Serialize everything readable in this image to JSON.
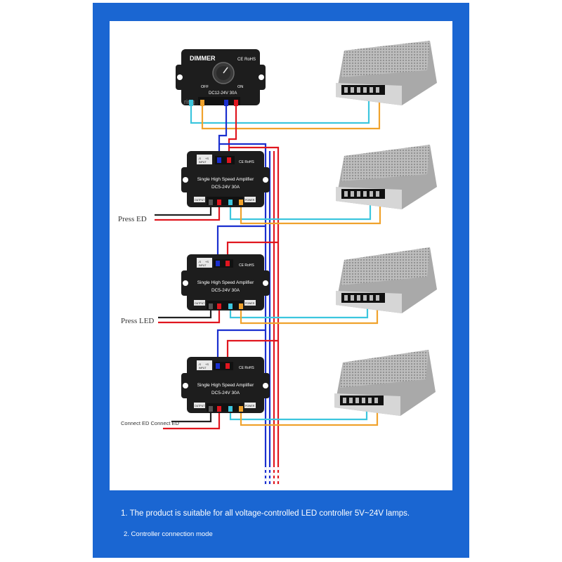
{
  "dimmer": {
    "brand": "DIMMER",
    "certs": "CE RoHS",
    "off_label": "OFF",
    "on_label": "ON",
    "spec": "DC12-24V 30A",
    "watermark": "ring"
  },
  "amplifier": {
    "title": "Single High Speed Amplifier",
    "spec": "DC5-24V 30A",
    "certs": "CE RoHS",
    "input_label": "INPUT",
    "output_label": "OUTPUT",
    "power_label": "POWER",
    "pin_neg": "-S",
    "pin_pos": "+S"
  },
  "labels": {
    "press_ed": "Press ED",
    "press_led": "Press LED",
    "connect_ed": "Connect ED Connect ED"
  },
  "notes": {
    "line1": "1. The product is suitable for all voltage-controlled LED controller 5V~24V lamps.",
    "line2": "2. Controller connection mode"
  },
  "colors": {
    "frame": "#1a66d2",
    "wire_blue": "#1a2fcf",
    "wire_red": "#e0161f",
    "wire_orange": "#f0a22c",
    "wire_cyan": "#3cc6de",
    "device_body": "#1d1d1d",
    "psu_body": "#c9c9c9"
  }
}
